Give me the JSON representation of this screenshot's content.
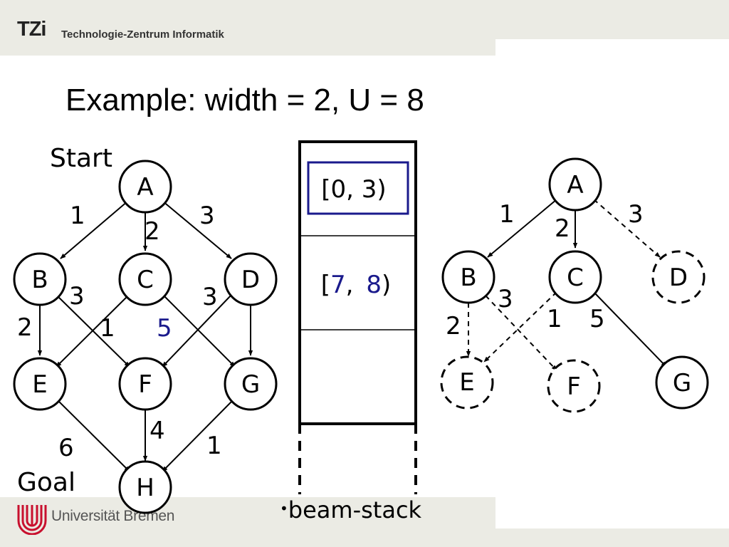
{
  "header": {
    "org_name": "Technologie-Zentrum Informatik",
    "logo_text": "TZi"
  },
  "footer": {
    "university": "Universität Bremen"
  },
  "title": "Example: width = 2, U = 8",
  "graph_left": {
    "start_label": "Start",
    "goal_label": "Goal",
    "nodes": {
      "A": "A",
      "B": "B",
      "C": "C",
      "D": "D",
      "E": "E",
      "F": "F",
      "G": "G",
      "H": "H"
    },
    "edge_weights": {
      "A_B": "1",
      "A_C": "2",
      "A_D": "3",
      "B_E": "2",
      "B_F": "3",
      "C_E": "1",
      "C_G": "5",
      "D_F": "3",
      "D_G": "",
      "E_H": "6",
      "F_H": "4",
      "G_H": "1"
    }
  },
  "beam_stack": {
    "row1": "[0, 3)",
    "row2": {
      "open": "[",
      "low": "7",
      "sep": ",",
      "high": "8",
      "close": ")"
    },
    "caption": "beam-stack"
  },
  "graph_right": {
    "nodes": {
      "A": "A",
      "B": "B",
      "C": "C",
      "D": "D",
      "E": "E",
      "F": "F",
      "G": "G"
    },
    "edge_weights": {
      "A_B": "1",
      "A_C": "2",
      "A_D": "3",
      "B_E": "2",
      "B_F": "3",
      "C_E": "1",
      "C_G": "5"
    }
  },
  "colors": {
    "highlight": "#1a1a8c",
    "band": "#ebebe4",
    "uni_red": "#c8102e"
  }
}
